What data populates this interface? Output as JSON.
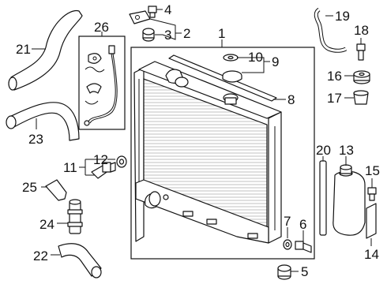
{
  "diagram": {
    "callouts": [
      {
        "id": "c1",
        "label": "1"
      },
      {
        "id": "c2",
        "label": "2"
      },
      {
        "id": "c3",
        "label": "3"
      },
      {
        "id": "c4",
        "label": "4"
      },
      {
        "id": "c5",
        "label": "5"
      },
      {
        "id": "c6",
        "label": "6"
      },
      {
        "id": "c7",
        "label": "7"
      },
      {
        "id": "c8",
        "label": "8"
      },
      {
        "id": "c9",
        "label": "9"
      },
      {
        "id": "c10",
        "label": "10"
      },
      {
        "id": "c11",
        "label": "11"
      },
      {
        "id": "c12",
        "label": "12"
      },
      {
        "id": "c13",
        "label": "13"
      },
      {
        "id": "c14",
        "label": "14"
      },
      {
        "id": "c15",
        "label": "15"
      },
      {
        "id": "c16",
        "label": "16"
      },
      {
        "id": "c17",
        "label": "17"
      },
      {
        "id": "c18",
        "label": "18"
      },
      {
        "id": "c19",
        "label": "19"
      },
      {
        "id": "c20",
        "label": "20"
      },
      {
        "id": "c21",
        "label": "21"
      },
      {
        "id": "c22",
        "label": "22"
      },
      {
        "id": "c23",
        "label": "23"
      },
      {
        "id": "c24",
        "label": "24"
      },
      {
        "id": "c25",
        "label": "25"
      },
      {
        "id": "c26",
        "label": "26"
      }
    ]
  }
}
